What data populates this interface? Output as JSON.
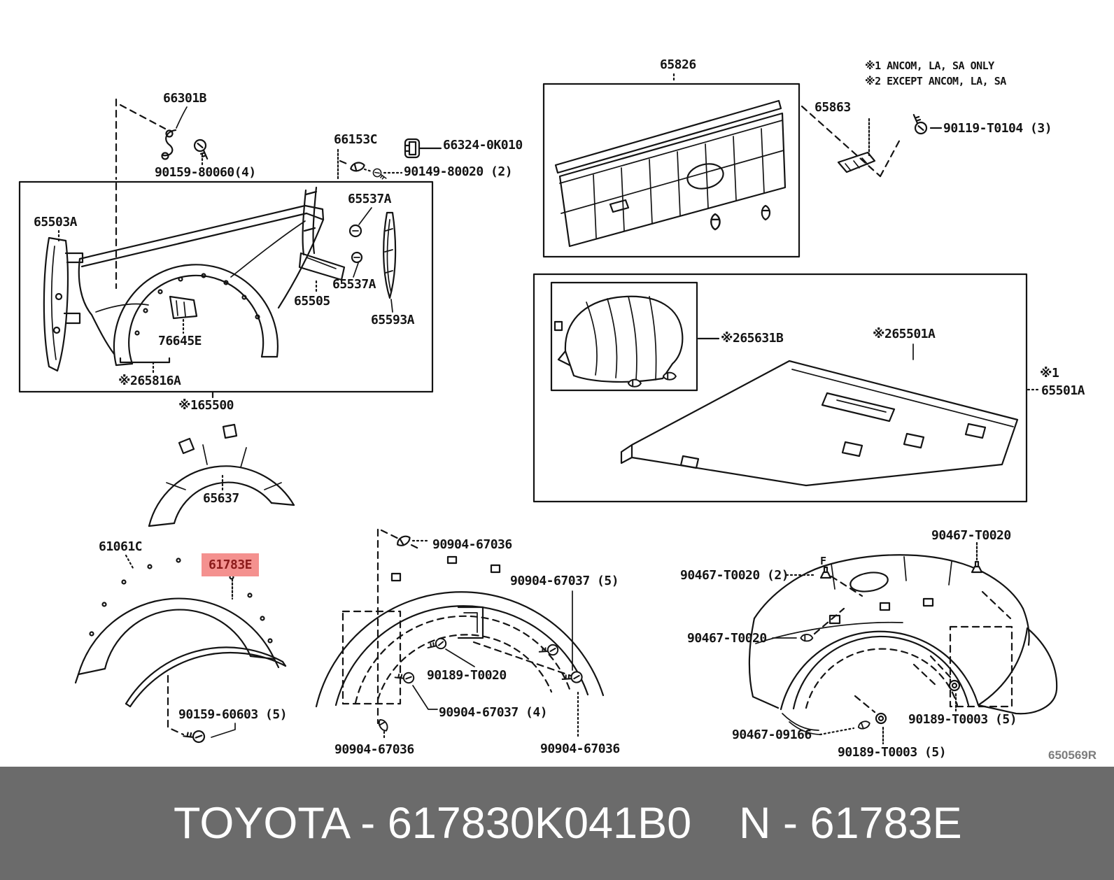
{
  "colors": {
    "ink": "#141414",
    "footer_bg": "#6b6b6b",
    "footer_text": "#ffffff",
    "highlight_bg": "#f4918f",
    "highlight_text": "#8c1b1b",
    "ref_code_gray": "#7c7c7c"
  },
  "notes": {
    "note1": "※1 ANCOM, LA, SA ONLY",
    "note2": "※2 EXCEPT ANCOM, LA, SA"
  },
  "footer": {
    "left": "TOYOTA - 617830K041B0",
    "right": "N - 61783E"
  },
  "drawing_code": "650569R",
  "highlighted_part": "61783E",
  "labels": [
    {
      "text": "66301B"
    },
    {
      "text": "90159-80060(4)"
    },
    {
      "text": "66153C"
    },
    {
      "text": "66324-0K010"
    },
    {
      "text": "90149-80020 (2)"
    },
    {
      "text": "65537A"
    },
    {
      "text": "65503A"
    },
    {
      "text": "65505"
    },
    {
      "text": "65537A"
    },
    {
      "text": "65593A"
    },
    {
      "text": "76645E"
    },
    {
      "text": "※265816A"
    },
    {
      "text": "※165500"
    },
    {
      "text": "65826"
    },
    {
      "text": "65863"
    },
    {
      "text": "90119-T0104 (3)"
    },
    {
      "text": "※265631B"
    },
    {
      "text": "※265501A"
    },
    {
      "text": "※1"
    },
    {
      "text": "65501A"
    },
    {
      "text": "65637"
    },
    {
      "text": "61061C"
    },
    {
      "text": "61783E"
    },
    {
      "text": "90159-60603 (5)"
    },
    {
      "text": "90904-67036"
    },
    {
      "text": "90904-67037 (5)"
    },
    {
      "text": "90189-T0020"
    },
    {
      "text": "90904-67037 (4)"
    },
    {
      "text": "90904-67036"
    },
    {
      "text": "90904-67036"
    },
    {
      "text": "90467-T0020"
    },
    {
      "text": "90467-T0020 (2)"
    },
    {
      "text": "90467-T0020"
    },
    {
      "text": "90467-09166"
    },
    {
      "text": "90189-T0003 (5)"
    },
    {
      "text": "90189-T0003 (5)"
    },
    {
      "text": "F"
    },
    {
      "text": "650569R"
    }
  ]
}
